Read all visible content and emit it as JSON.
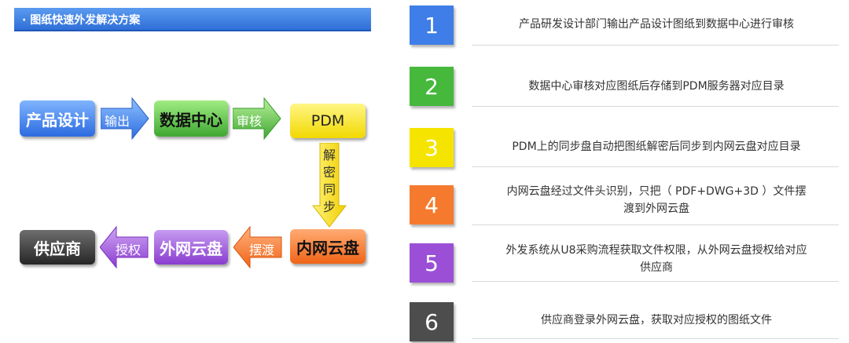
{
  "header": {
    "title": "图纸快速外发解决方案"
  },
  "flow": {
    "boxes": {
      "design": "产品设计",
      "datacenter": "数据中心",
      "pdm": "PDM",
      "intranet_cloud": "内网云盘",
      "extranet_cloud": "外网云盘",
      "supplier": "供应商"
    },
    "arrows": {
      "output": "输出",
      "review": "审核",
      "decrypt_sync": [
        "解",
        "密",
        "同",
        "步"
      ],
      "transfer": "摆渡",
      "authorize": "授权"
    }
  },
  "steps": [
    {
      "number": "1",
      "color": "#3f7ee8",
      "lines": [
        "产品研发设计部门输出产品设计图纸到数据中心进行审核"
      ]
    },
    {
      "number": "2",
      "color": "#46b83c",
      "lines": [
        "数据中心审核对应图纸后存储到PDM服务器对应目录"
      ]
    },
    {
      "number": "3",
      "color": "#f5e400",
      "lines": [
        "PDM上的同步盘自动把图纸解密后同步到内网云盘对应目录"
      ]
    },
    {
      "number": "4",
      "color": "#f57a2e",
      "lines": [
        "内网云盘经过文件头识别，只把（ PDF+DWG+3D ）文件摆",
        "渡到外网云盘"
      ]
    },
    {
      "number": "5",
      "color": "#9b4fd6",
      "lines": [
        "外发系统从U8采购流程获取文件权限，从外网云盘授权给对应",
        "供应商"
      ]
    },
    {
      "number": "6",
      "color": "#4d4d4d",
      "lines": [
        "供应商登录外网云盘，获取对应授权的图纸文件"
      ]
    }
  ]
}
